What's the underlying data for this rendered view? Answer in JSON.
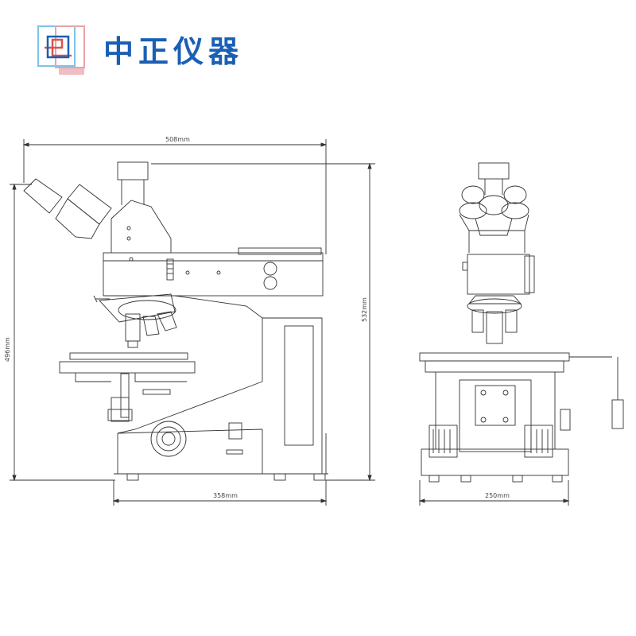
{
  "brand": {
    "name": "中正仪器",
    "color": "#1a5fb4",
    "accent": "#e8a3a8",
    "logo_icon": "company-logo-icon"
  },
  "dimensions": {
    "overall_width": "508mm",
    "base_width": "358mm",
    "height_left": "496mm",
    "height_right": "532mm",
    "front_width": "250mm"
  },
  "colors": {
    "line": "#333333",
    "background": "#ffffff"
  }
}
